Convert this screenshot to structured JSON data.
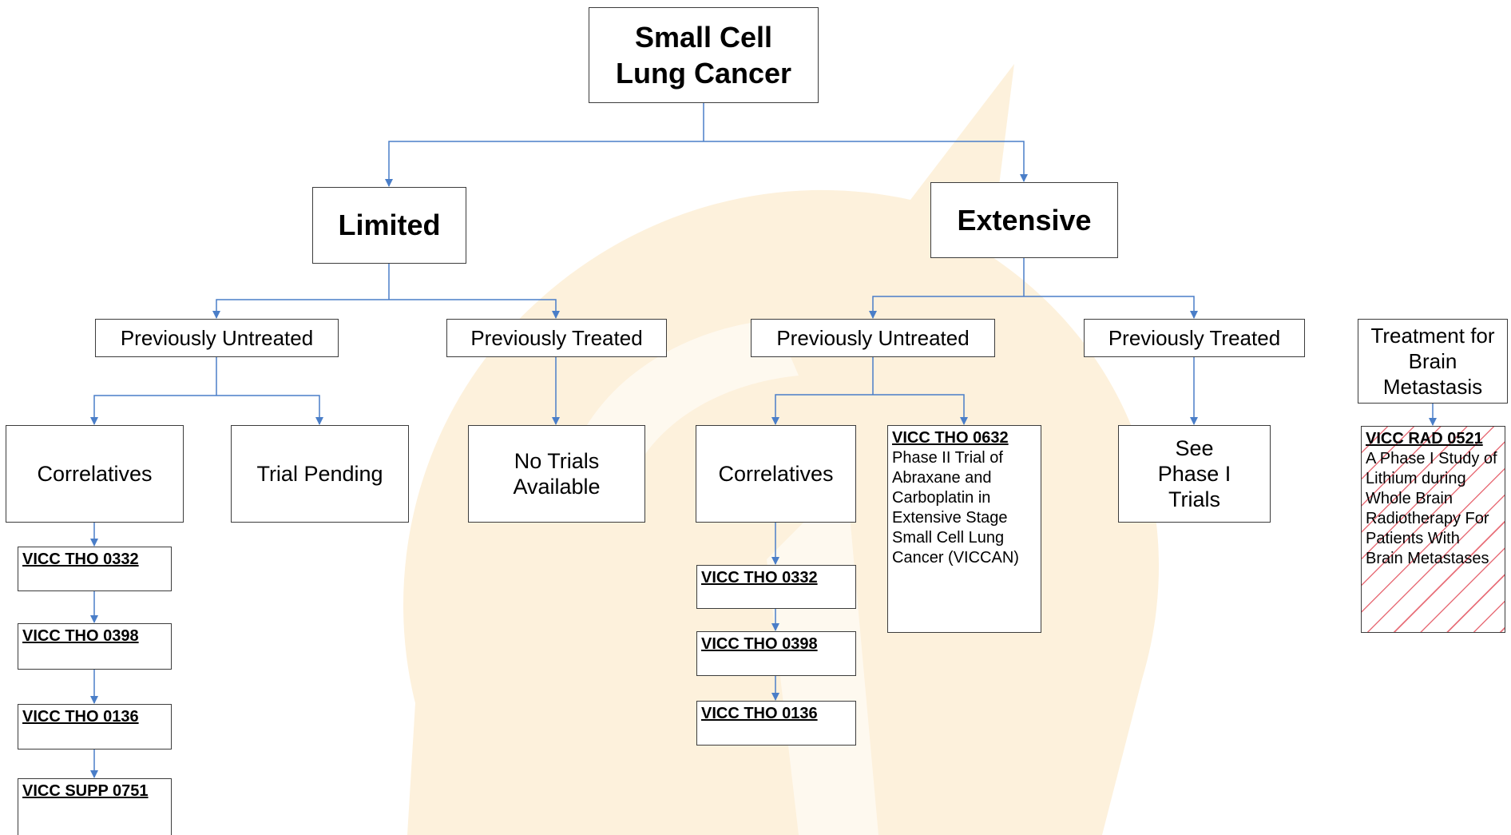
{
  "diagram": {
    "root": "Small Cell\nLung Cancer",
    "limited": {
      "label": "Limited",
      "untreated": {
        "label": "Previously Untreated",
        "correlatives": "Correlatives",
        "pending": "Trial Pending",
        "trials": [
          "VICC THO 0332",
          "VICC THO 0398",
          "VICC THO 0136",
          "VICC SUPP 0751"
        ]
      },
      "treated": {
        "label": "Previously Treated",
        "outcome": "No Trials\nAvailable"
      }
    },
    "extensive": {
      "label": "Extensive",
      "untreated": {
        "label": "Previously Untreated",
        "correlatives": "Correlatives",
        "trials": [
          "VICC THO 0332",
          "VICC THO 0398",
          "VICC THO 0136"
        ],
        "featured": {
          "code": "VICC THO 0632",
          "desc": "Phase II Trial of Abraxane and Carboplatin in Extensive Stage Small Cell Lung Cancer (VICCAN)"
        }
      },
      "treated": {
        "label": "Previously Treated",
        "outcome": "See\nPhase I\nTrials"
      }
    },
    "brain": {
      "label": "Treatment for Brain Metastasis",
      "trial": {
        "code": "VICC RAD 0521",
        "desc": "A Phase I Study of Lithium during Whole Brain Radiotherapy For Patients With Brain Metastases"
      }
    }
  },
  "colors": {
    "connector": "#4a7ec8",
    "border": "#3c3c3c",
    "watermark": "#fdf1dc",
    "hatch": "#e8707a"
  }
}
